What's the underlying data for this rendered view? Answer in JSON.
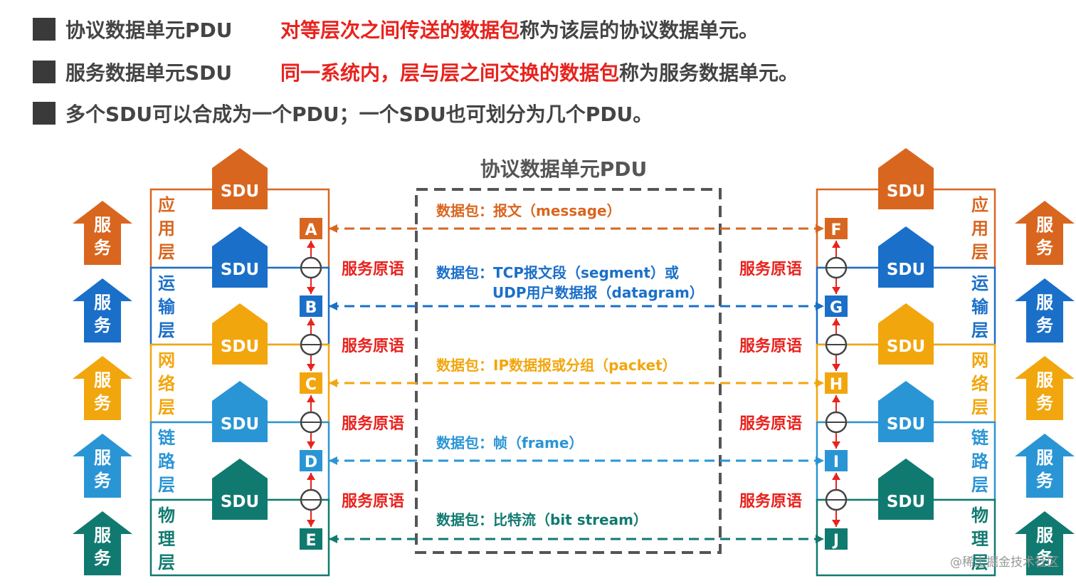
{
  "bullets": [
    {
      "term": "协议数据单元PDU",
      "def_highlight": "对等层次之间传送的数据包",
      "def_rest": "称为该层的协议数据单元。"
    },
    {
      "term": "服务数据单元SDU",
      "def_highlight": "同一系统内，层与层之间交换的数据包",
      "def_rest": "称为服务数据单元。"
    },
    {
      "full": "多个SDU可以合成为一个PDU；一个SDU也可划分为几个PDU。"
    }
  ],
  "pdu_title": "协议数据单元PDU",
  "sdu_label": "SDU",
  "service_label": [
    "服",
    "务"
  ],
  "service_primitive": "服务原语",
  "layers": [
    {
      "name": [
        "应",
        "用",
        "层"
      ],
      "color": "#d9661f",
      "left_point": "A",
      "right_point": "F",
      "packet": [
        "数据包：报文（message）"
      ]
    },
    {
      "name": [
        "运",
        "输",
        "层"
      ],
      "color": "#1a6fc9",
      "left_point": "B",
      "right_point": "G",
      "packet": [
        "数据包：TCP报文段（segment）或",
        "UDP用户数据报（datagram）"
      ]
    },
    {
      "name": [
        "网",
        "络",
        "层"
      ],
      "color": "#f2a60d",
      "left_point": "C",
      "right_point": "H",
      "packet": [
        "数据包：IP数据报或分组（packet）"
      ]
    },
    {
      "name": [
        "链",
        "路",
        "层"
      ],
      "color": "#2a95d5",
      "left_point": "D",
      "right_point": "I",
      "packet": [
        "数据包：帧（frame）"
      ]
    },
    {
      "name": [
        "物",
        "理",
        "层"
      ],
      "color": "#107a70",
      "left_point": "E",
      "right_point": "J",
      "packet": [
        "数据包：比特流（bit stream）"
      ]
    }
  ],
  "primitive_color": "#e8231e",
  "watermark": "@稀土掘金技术社区"
}
